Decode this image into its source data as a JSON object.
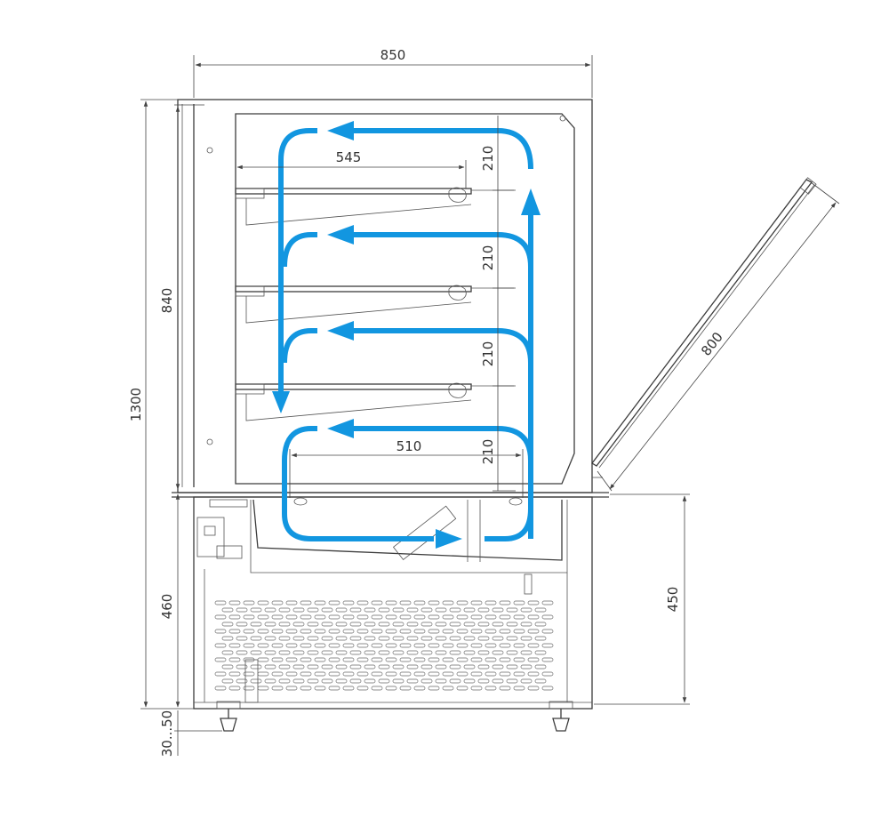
{
  "dimensions": {
    "overall_width": "850",
    "overall_height": "1300",
    "display_height": "840",
    "base_height": "460",
    "counter_height": "450",
    "feet_adjust": "30...50",
    "glass_length": "800",
    "upper_shelf_depth": "545",
    "bottom_depth": "510",
    "shelf_spacing": [
      "210",
      "210",
      "210",
      "210"
    ]
  },
  "colors": {
    "airflow": "#1296e0",
    "lines": "#3c3c3c",
    "background": "#ffffff"
  }
}
